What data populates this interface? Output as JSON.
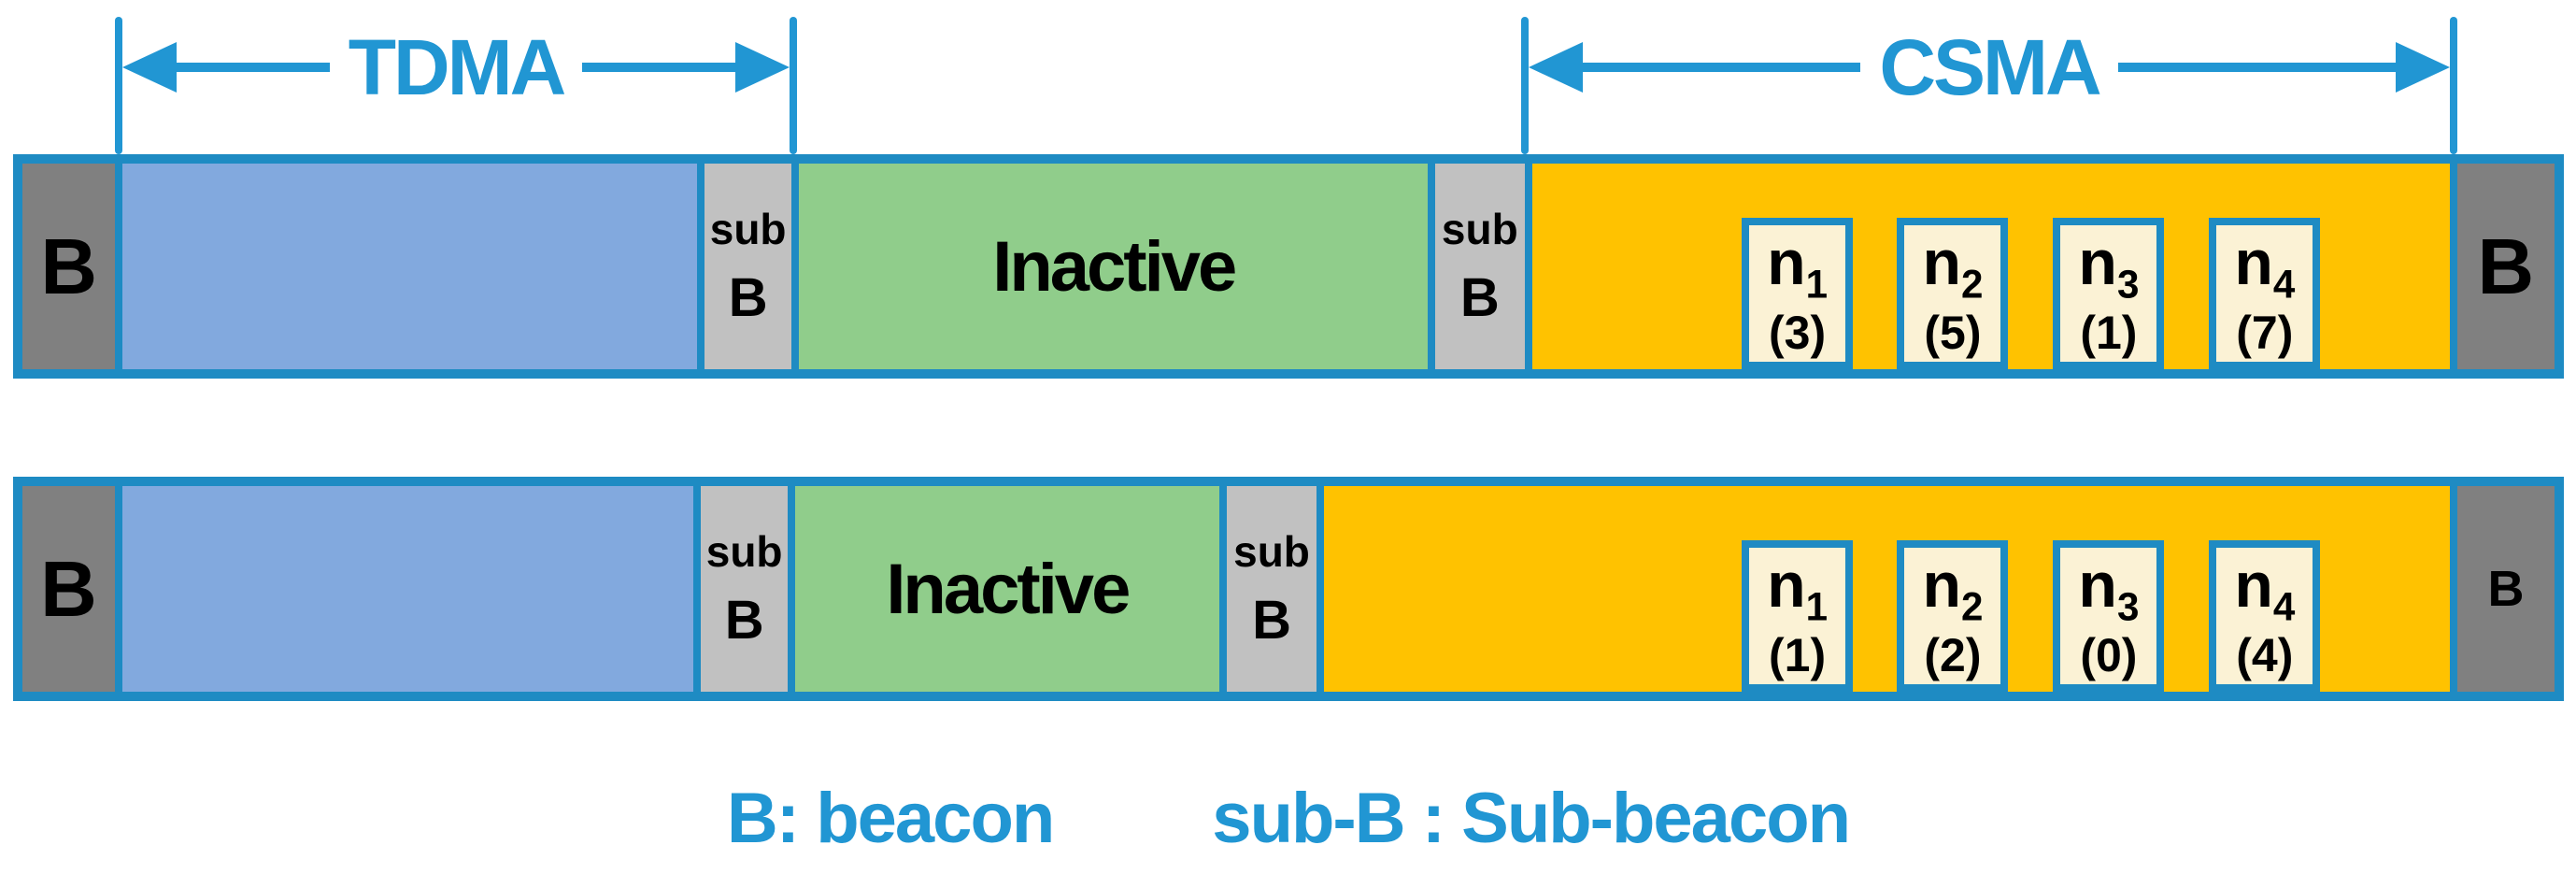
{
  "colors": {
    "bar_border": "#1E8BC3",
    "arrow_blue": "#2196D3",
    "beacon_gray": "#808080",
    "sub_beacon_gray": "#C1C1C1",
    "tdma_blue": "#82A9DE",
    "inactive_green": "#90CD8B",
    "csma_orange": "#FFC200",
    "slot_cream": "#FBF2D5"
  },
  "annotations": {
    "tdma": "TDMA",
    "csma": "CSMA"
  },
  "labels": {
    "beacon": "B",
    "sub_top": "sub",
    "sub_bottom": "B",
    "inactive": "Inactive"
  },
  "frames": [
    {
      "slots": [
        {
          "base": "n",
          "sub": "1",
          "count": "(3)"
        },
        {
          "base": "n",
          "sub": "2",
          "count": "(5)"
        },
        {
          "base": "n",
          "sub": "3",
          "count": "(1)"
        },
        {
          "base": "n",
          "sub": "4",
          "count": "(7)"
        }
      ]
    },
    {
      "slots": [
        {
          "base": "n",
          "sub": "1",
          "count": "(1)"
        },
        {
          "base": "n",
          "sub": "2",
          "count": "(2)"
        },
        {
          "base": "n",
          "sub": "3",
          "count": "(0)"
        },
        {
          "base": "n",
          "sub": "4",
          "count": "(4)"
        }
      ]
    }
  ],
  "legend": {
    "beacon": "B: beacon",
    "sub_beacon": "sub-B : Sub-beacon"
  }
}
